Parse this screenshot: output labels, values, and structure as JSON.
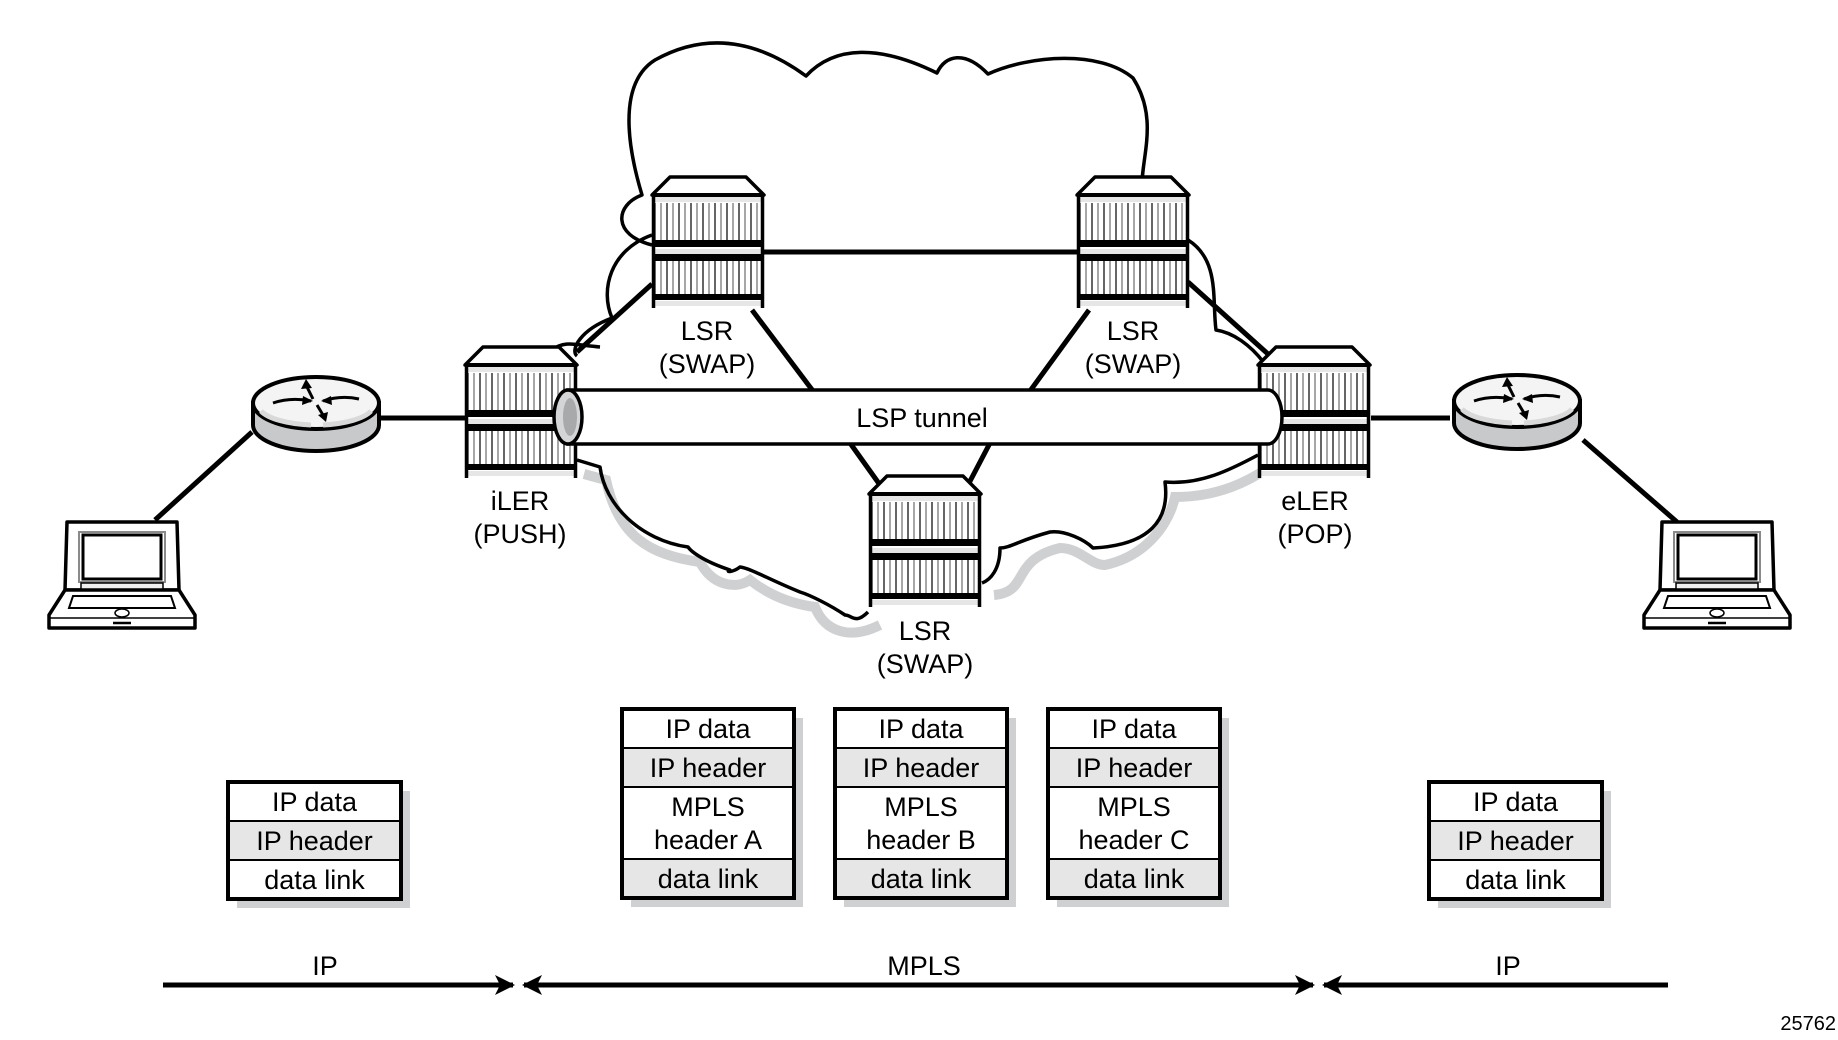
{
  "figure": {
    "title": "MPLS LSP tunnel with label PUSH, SWAP and POP",
    "figure_id": "25762",
    "colors": {
      "line": "#000000",
      "cell_gray": "#e6e6e6",
      "shadow": "#cfd0d2",
      "router_body": "#c8c9cb",
      "router_top": "#f2f2f2",
      "tunnel_cap": "#a8a9ab"
    }
  },
  "nodes": {
    "host_left": {
      "type": "laptop-icon"
    },
    "router_left": {
      "type": "router-icon"
    },
    "iler": {
      "name": "iLER",
      "role": "(PUSH)"
    },
    "lsr_top_left": {
      "name": "LSR",
      "role": "(SWAP)"
    },
    "lsr_top_right": {
      "name": "LSR",
      "role": "(SWAP)"
    },
    "lsr_bottom": {
      "name": "LSR",
      "role": "(SWAP)"
    },
    "eler": {
      "name": "eLER",
      "role": "(POP)"
    },
    "router_right": {
      "type": "router-icon"
    },
    "host_right": {
      "type": "laptop-icon"
    }
  },
  "tunnel": {
    "label": "LSP tunnel"
  },
  "packets": [
    {
      "id": "ip-left",
      "rows": [
        {
          "text": [
            "IP data"
          ],
          "shade": "white"
        },
        {
          "text": [
            "IP header"
          ],
          "shade": "gray"
        },
        {
          "text": [
            "data link"
          ],
          "shade": "white"
        }
      ]
    },
    {
      "id": "mpls-a",
      "rows": [
        {
          "text": [
            "IP data"
          ],
          "shade": "white"
        },
        {
          "text": [
            "IP header"
          ],
          "shade": "gray"
        },
        {
          "text": [
            "MPLS",
            "header A"
          ],
          "shade": "white"
        },
        {
          "text": [
            "data link"
          ],
          "shade": "gray"
        }
      ]
    },
    {
      "id": "mpls-b",
      "rows": [
        {
          "text": [
            "IP data"
          ],
          "shade": "white"
        },
        {
          "text": [
            "IP header"
          ],
          "shade": "gray"
        },
        {
          "text": [
            "MPLS",
            "header B"
          ],
          "shade": "white"
        },
        {
          "text": [
            "data link"
          ],
          "shade": "gray"
        }
      ]
    },
    {
      "id": "mpls-c",
      "rows": [
        {
          "text": [
            "IP data"
          ],
          "shade": "white"
        },
        {
          "text": [
            "IP header"
          ],
          "shade": "gray"
        },
        {
          "text": [
            "MPLS",
            "header C"
          ],
          "shade": "white"
        },
        {
          "text": [
            "data link"
          ],
          "shade": "gray"
        }
      ]
    },
    {
      "id": "ip-right",
      "rows": [
        {
          "text": [
            "IP data"
          ],
          "shade": "white"
        },
        {
          "text": [
            "IP header"
          ],
          "shade": "gray"
        },
        {
          "text": [
            "data link"
          ],
          "shade": "white"
        }
      ]
    }
  ],
  "domains": [
    {
      "label": "IP",
      "direction": "right"
    },
    {
      "label": "MPLS",
      "direction": "both"
    },
    {
      "label": "IP",
      "direction": "left"
    }
  ]
}
